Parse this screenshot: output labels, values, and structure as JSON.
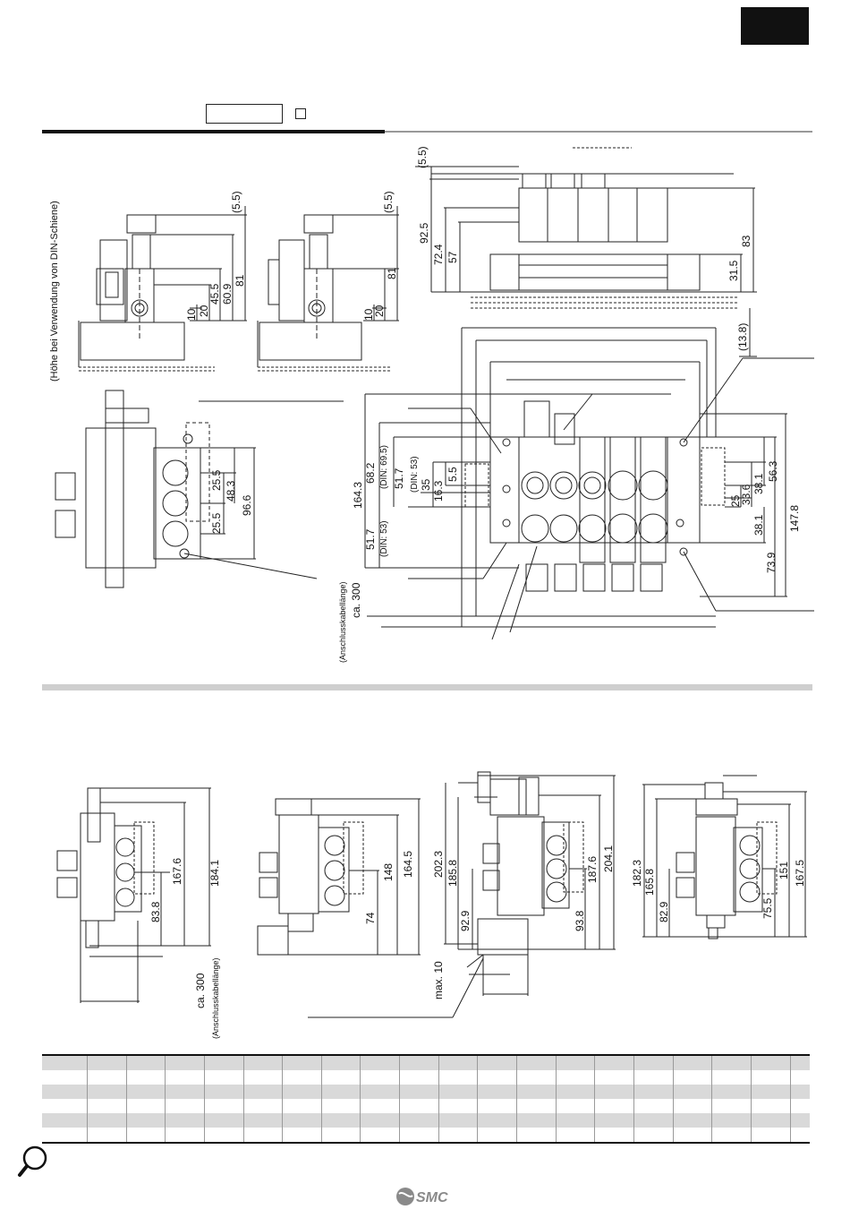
{
  "colors": {
    "ink": "#111111",
    "rule_grey": "#999999",
    "band": "#cfcfcf",
    "row_shade": "#d9d9d9"
  },
  "header": {
    "corner_tab": "",
    "model_code": "",
    "icons": [
      "checkbox-icon"
    ]
  },
  "top_views": {
    "side_left": {
      "dims": [
        "(5.5)",
        "81",
        "60.9",
        "45.5",
        "20",
        "10"
      ]
    },
    "side_mid": {
      "dims": [
        "(5.5)",
        "81",
        "20",
        "10"
      ]
    },
    "rail_note": "(Höhe bei Verwendung von DIN-Schiene)",
    "front_right": {
      "dims": [
        "(5.5)",
        "92.5",
        "72.4",
        "57",
        "83",
        "31.5",
        "(13.8)"
      ]
    }
  },
  "plan_views": {
    "single": {
      "dims": [
        "48.3",
        "25.5",
        "25.5",
        "96.6"
      ]
    },
    "manifold": {
      "left_dims": [
        "164.3",
        "68.2",
        "(DIN: 69.5)",
        "51.7",
        "(DIN: 53)",
        "35",
        "16.3",
        "5.5",
        "51.7",
        "(DIN: 53)"
      ],
      "right_dims": [
        "56.3",
        "38.1",
        "33.6",
        "25",
        "38.1",
        "147.8",
        "73.9"
      ],
      "cable_note": "ca. 300",
      "cable_note_sub": "(Anschlusskabellänge)"
    }
  },
  "variants": [
    {
      "dims": [
        "184.1",
        "167.6",
        "83.8"
      ],
      "cable_note": "ca. 300",
      "cable_note_sub": "(Anschlusskabellänge)"
    },
    {
      "dims": [
        "164.5",
        "148",
        "74"
      ]
    },
    {
      "dims": [
        "204.1",
        "187.6",
        "202.3",
        "185.8",
        "92.9",
        "93.8",
        "max. 10"
      ]
    },
    {
      "dims": [
        "182.3",
        "165.8",
        "167.5",
        "151",
        "82.9",
        "75.5"
      ]
    }
  ],
  "footer": {
    "brand": "SMC",
    "icons": [
      "search-icon",
      "smc-logo-icon"
    ]
  }
}
